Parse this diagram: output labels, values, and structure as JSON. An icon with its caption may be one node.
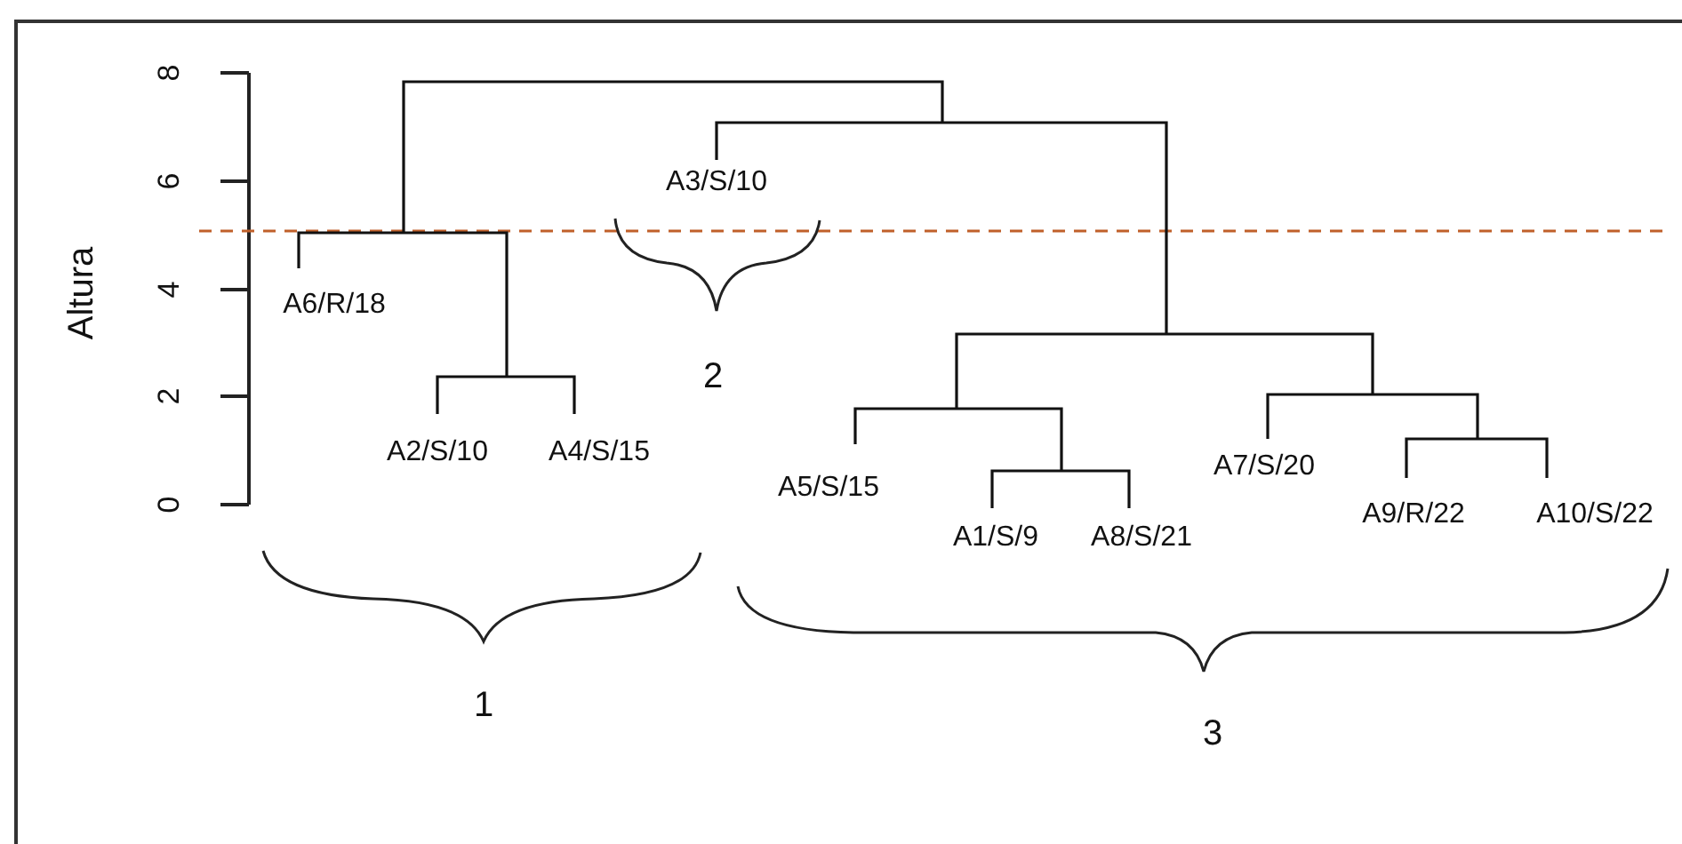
{
  "diagram": {
    "labels": [
      "8",
      "6",
      "4",
      "2",
      "0",
      "Altura",
      "A3/S/10",
      "A6/R/18",
      "2",
      "A2/S/10",
      "A4/S/15",
      "A5/S/15",
      "A7/S/20",
      "A1/S/9",
      "A8/S/21",
      "A9/R/22",
      "A10/S/22",
      "1",
      "3"
    ]
  }
}
